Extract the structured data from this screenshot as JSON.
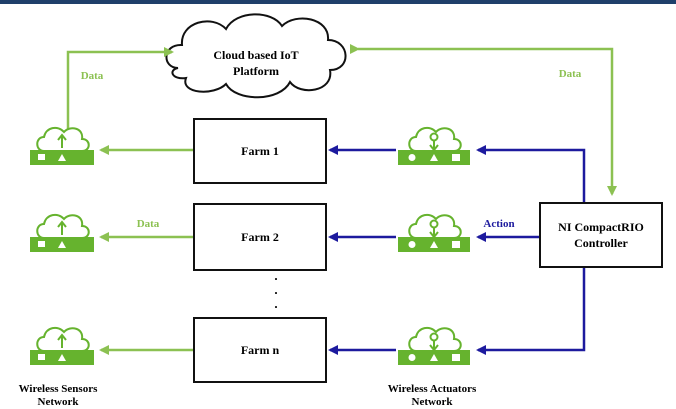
{
  "cloud": {
    "line1": "Cloud based IoT",
    "line2": "Platform"
  },
  "farms": [
    "Farm 1",
    "Farm 2",
    "Farm n"
  ],
  "dots": ".",
  "controller": {
    "line1": "NI CompactRIO",
    "line2": "Controller"
  },
  "arrow_labels": {
    "data_left": "Data",
    "data_right": "Data",
    "data_farm2": "Data",
    "action": "Action"
  },
  "bottom_labels": {
    "sensors_line1": "Wireless Sensors",
    "sensors_line2": "Network",
    "actuators_line1": "Wireless Actuators",
    "actuators_line2": "Network"
  },
  "colors": {
    "data_flow": "#8cc152",
    "action_flow": "#1d1a9e",
    "node_green": "#66b32e",
    "header_bar": "#1f3f6a"
  }
}
